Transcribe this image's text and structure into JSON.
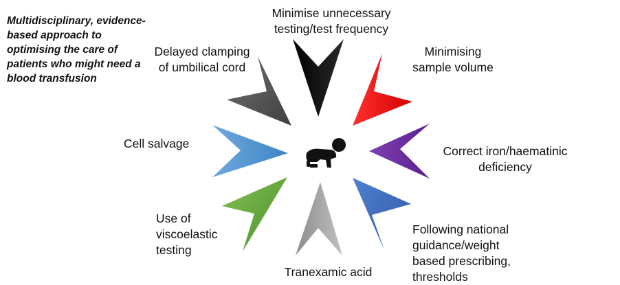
{
  "title": "Multidisciplinary, evidence-based approach to optimising the care of patients who might need a blood transfusion",
  "center_icon": "crawling-baby-icon",
  "strategies": {
    "top": {
      "label": "Minimise unnecessary\ntesting/test frequency",
      "color": "#000000"
    },
    "top_right": {
      "label": "Minimising\nsample volume",
      "color": "#ff1a1a"
    },
    "right": {
      "label": "Correct iron/haematinic\ndeficiency",
      "color": "#7030a0"
    },
    "bottom_right": {
      "label": "Following national\nguidance/weight\nbased prescribing,\nthresholds",
      "color": "#4472c4"
    },
    "bottom": {
      "label": "Tranexamic acid",
      "color": "#a6a6a6"
    },
    "bottom_left": {
      "label": "Use of\nviscoelastic\ntesting",
      "color": "#70ad47"
    },
    "left": {
      "label": "Cell salvage",
      "color": "#5b9bd5"
    },
    "top_left": {
      "label": "Delayed clamping\nof umbilical cord",
      "color": "#595959"
    }
  }
}
